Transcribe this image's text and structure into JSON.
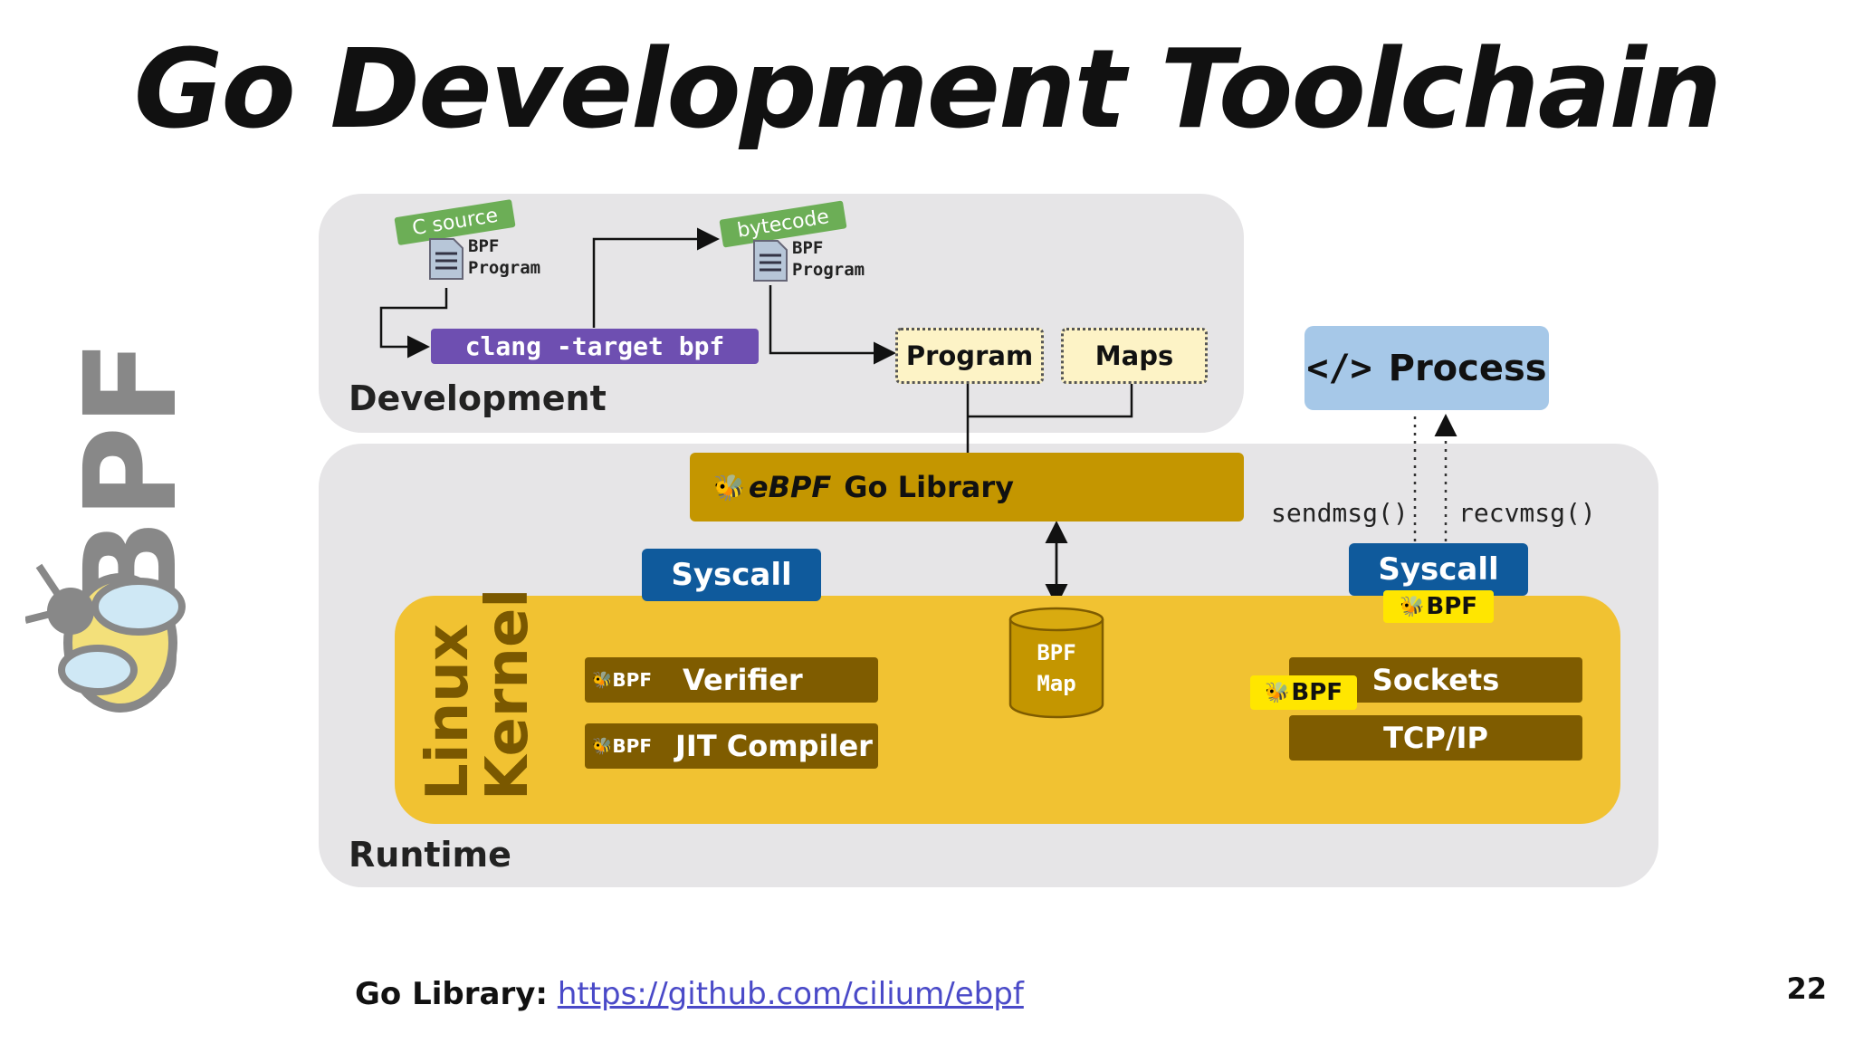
{
  "title": "Go Development Toolchain",
  "side_logo": {
    "text": "eBPF",
    "icon": "bee-icon",
    "color": "#888888"
  },
  "development": {
    "label": "Development",
    "source_doc": {
      "tag": "C source",
      "label_line1": "BPF",
      "label_line2": "Program"
    },
    "bytecode_doc": {
      "tag": "bytecode",
      "label_line1": "BPF",
      "label_line2": "Program"
    },
    "compiler": "clang -target bpf",
    "program_box": "Program",
    "maps_box": "Maps"
  },
  "process": {
    "icon": "code-icon",
    "icon_text": "</>",
    "label": "Process"
  },
  "runtime": {
    "label": "Runtime",
    "go_library": {
      "badge": "eBPF",
      "label": "Go Library"
    },
    "syscall_left": "Syscall",
    "syscall_right": "Syscall",
    "sendmsg": "sendmsg()",
    "recvmsg": "recvmsg()",
    "kernel": {
      "label_line1": "Linux",
      "label_line2": "Kernel",
      "verifier": {
        "badge": "BPF",
        "label": "Verifier"
      },
      "jit": {
        "badge": "BPF",
        "label": "JIT Compiler"
      },
      "bpf_map_line1": "BPF",
      "bpf_map_line2": "Map",
      "syscall_hook_badge": "BPF",
      "sockets_hook_badge": "BPF",
      "sockets": "Sockets",
      "tcpip": "TCP/IP"
    }
  },
  "footer": {
    "label": "Go Library:",
    "link": "https://github.com/cilium/ebpf"
  },
  "page_number": "22",
  "colors": {
    "panel": "#e6e5e7",
    "kernel": "#f1c232",
    "go_library": "#c49600",
    "syscall": "#0f5a9c",
    "kernel_box": "#7f5c00",
    "clang": "#6e4fb1",
    "tag": "#6cae56",
    "process": "#a6c8e8",
    "badge": "#ffe600"
  }
}
